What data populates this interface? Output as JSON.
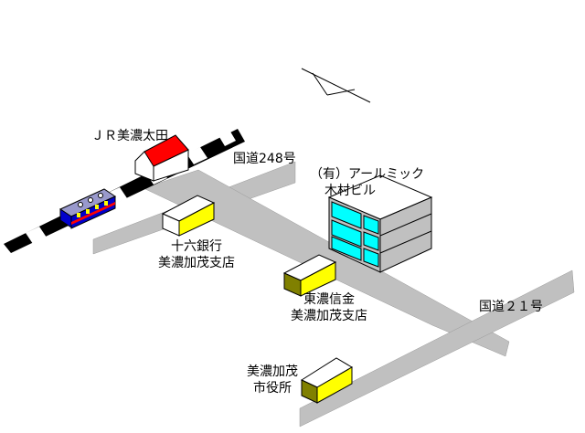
{
  "labels": {
    "station": "ＪＲ美濃太田",
    "route248": "国道248号",
    "route21": "国道２１号",
    "alumic_line1": "（有）アールミック",
    "alumic_line2": "木村ビル",
    "juroku_line1": "十六銀行",
    "juroku_line2": "美濃加茂支店",
    "higashi_line1": "東濃信金",
    "higashi_line2": "美濃加茂支店",
    "cityhall_line1": "美濃加茂",
    "cityhall_line2": "市役所"
  },
  "icons": {
    "north": "north-arrow",
    "train": "train",
    "station": "station-building",
    "target": "office-building"
  },
  "colors": {
    "road": "#c0c0c0",
    "rail_dark": "#000000",
    "rail_light": "#ffffff",
    "station_roof": "#ff0000",
    "bank_top": "#ffff00",
    "bank_side": "#808000",
    "office_window": "#00ffff",
    "office_frame": "#c0c0c0",
    "train_body": "#0000cc",
    "train_stripe": "#ff0000"
  }
}
